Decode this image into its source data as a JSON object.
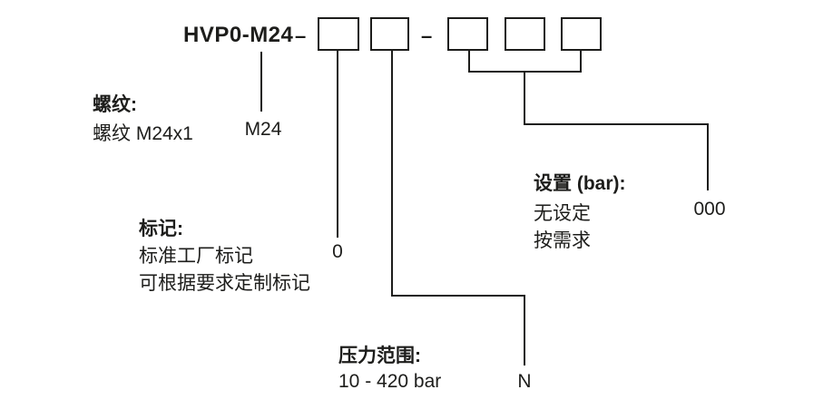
{
  "title": "HVP0-M24",
  "separator1": "–",
  "separator2": "–",
  "colors": {
    "ink": "#1d1d1b",
    "background": "#ffffff"
  },
  "thread": {
    "heading": "螺纹:",
    "label": "螺纹 M24x1",
    "value": "M24"
  },
  "marking": {
    "heading": "标记:",
    "label1": "标准工厂标记",
    "value": "0",
    "label2": "可根据要求定制标记"
  },
  "pressure": {
    "heading": "压力范围:",
    "label": "10 - 420 bar",
    "value": "N"
  },
  "setting": {
    "heading": "设置 (bar):",
    "label1": "无设定",
    "value": "000",
    "label2": "按需求"
  }
}
